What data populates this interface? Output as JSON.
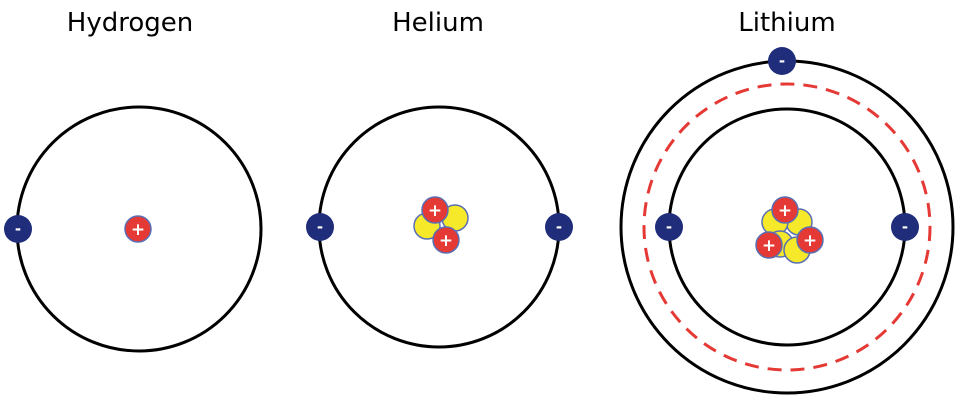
{
  "colors": {
    "background": "#ffffff",
    "orbit": "#000000",
    "dashed_orbit": "#e53935",
    "electron": "#1f2d7a",
    "proton": "#e53935",
    "neutron": "#f5e92a",
    "particle_outline": "#5a6fb3",
    "sign_text": "#ffffff"
  },
  "atoms": [
    {
      "name": "Hydrogen",
      "protons": 1,
      "neutrons": 0,
      "electrons": 1,
      "electron_sign": "-",
      "proton_sign": "+"
    },
    {
      "name": "Helium",
      "protons": 2,
      "neutrons": 2,
      "electrons": 2,
      "electron_sign": "-",
      "proton_sign": "+"
    },
    {
      "name": "Lithium",
      "protons": 3,
      "neutrons": 4,
      "electrons": 3,
      "electron_sign": "-",
      "proton_sign": "+"
    }
  ]
}
